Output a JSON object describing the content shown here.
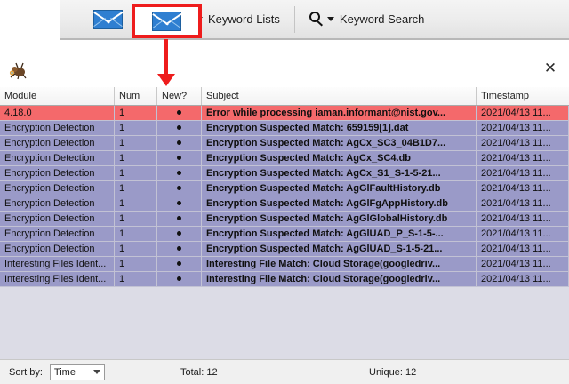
{
  "toolbar": {
    "mail_button": {
      "name": "mail-button",
      "icon": "envelope-icon",
      "label": ""
    },
    "keyword_lists": {
      "label": "Keyword Lists",
      "icon": "eye-icon"
    },
    "keyword_search": {
      "label": "Keyword Search",
      "icon": "magnifier-icon"
    },
    "highlight_color": "#ee1c1c"
  },
  "panel": {
    "icon": "ant-icon",
    "close_label": "✕"
  },
  "table": {
    "columns": [
      "Module",
      "Num",
      "New?",
      "Subject",
      "Timestamp"
    ],
    "new_marker": "●",
    "alert_color": "#f4696b",
    "row_color": "#9a9ac8",
    "empty_color": "#dcdce6",
    "rows": [
      {
        "module": "4.18.0",
        "num": "1",
        "new": true,
        "subject": "Error while processing iaman.informant@nist.gov...",
        "timestamp": "2021/04/13 11...",
        "alert": true
      },
      {
        "module": "Encryption Detection",
        "num": "1",
        "new": true,
        "subject": "Encryption Suspected Match: 659159[1].dat",
        "timestamp": "2021/04/13 11...",
        "alert": false
      },
      {
        "module": "Encryption Detection",
        "num": "1",
        "new": true,
        "subject": "Encryption Suspected Match: AgCx_SC3_04B1D7...",
        "timestamp": "2021/04/13 11...",
        "alert": false
      },
      {
        "module": "Encryption Detection",
        "num": "1",
        "new": true,
        "subject": "Encryption Suspected Match: AgCx_SC4.db",
        "timestamp": "2021/04/13 11...",
        "alert": false
      },
      {
        "module": "Encryption Detection",
        "num": "1",
        "new": true,
        "subject": "Encryption Suspected Match: AgCx_S1_S-1-5-21...",
        "timestamp": "2021/04/13 11...",
        "alert": false
      },
      {
        "module": "Encryption Detection",
        "num": "1",
        "new": true,
        "subject": "Encryption Suspected Match: AgGlFaultHistory.db",
        "timestamp": "2021/04/13 11...",
        "alert": false
      },
      {
        "module": "Encryption Detection",
        "num": "1",
        "new": true,
        "subject": "Encryption Suspected Match: AgGlFgAppHistory.db",
        "timestamp": "2021/04/13 11...",
        "alert": false
      },
      {
        "module": "Encryption Detection",
        "num": "1",
        "new": true,
        "subject": "Encryption Suspected Match: AgGlGlobalHistory.db",
        "timestamp": "2021/04/13 11...",
        "alert": false
      },
      {
        "module": "Encryption Detection",
        "num": "1",
        "new": true,
        "subject": "Encryption Suspected Match: AgGlUAD_P_S-1-5-...",
        "timestamp": "2021/04/13 11...",
        "alert": false
      },
      {
        "module": "Encryption Detection",
        "num": "1",
        "new": true,
        "subject": "Encryption Suspected Match: AgGlUAD_S-1-5-21...",
        "timestamp": "2021/04/13 11...",
        "alert": false
      },
      {
        "module": "Interesting Files Ident...",
        "num": "1",
        "new": true,
        "subject": "Interesting File Match: Cloud Storage(googledriv...",
        "timestamp": "2021/04/13 11...",
        "alert": false
      },
      {
        "module": "Interesting Files Ident...",
        "num": "1",
        "new": true,
        "subject": "Interesting File Match: Cloud Storage(googledriv...",
        "timestamp": "2021/04/13 11...",
        "alert": false
      }
    ]
  },
  "statusbar": {
    "sort_label": "Sort by:",
    "sort_value": "Time",
    "total": "Total:  12",
    "unique": "Unique:  12"
  }
}
